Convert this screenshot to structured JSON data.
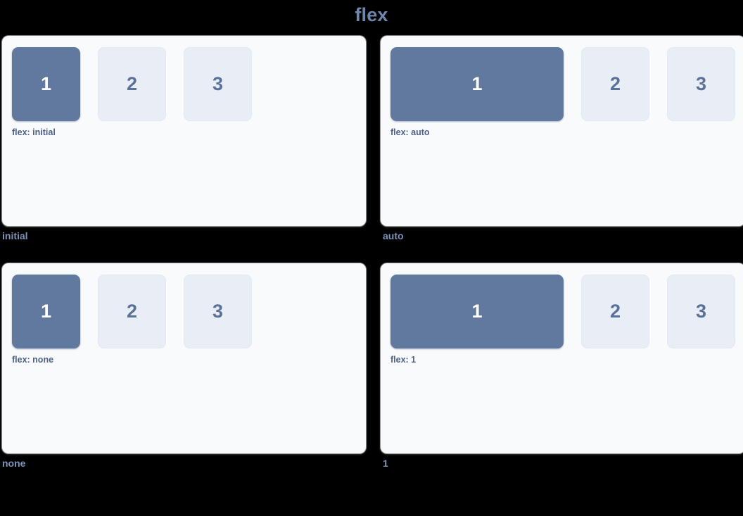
{
  "page": {
    "title": "flex",
    "background": "#000000",
    "title_color": "#6e87ad"
  },
  "colors": {
    "panel_bg": "#f9fafc",
    "box_primary": "#61799e",
    "box_primary_text": "#ffffff",
    "box_muted": "#e9edf6",
    "box_muted_text": "#5b7298",
    "flex_label": "#4d6186",
    "caption": "#7d93b8"
  },
  "demos": [
    {
      "caption": "initial",
      "flex_label": "flex: initial",
      "variant": "initial",
      "boxes": [
        {
          "label": "1",
          "style": "primary"
        },
        {
          "label": "2",
          "style": "muted"
        },
        {
          "label": "3",
          "style": "muted"
        }
      ]
    },
    {
      "caption": "auto",
      "flex_label": "flex: auto",
      "variant": "auto",
      "boxes": [
        {
          "label": "1",
          "style": "primary"
        },
        {
          "label": "2",
          "style": "muted"
        },
        {
          "label": "3",
          "style": "muted"
        }
      ]
    },
    {
      "caption": "none",
      "flex_label": "flex: none",
      "variant": "none",
      "boxes": [
        {
          "label": "1",
          "style": "primary"
        },
        {
          "label": "2",
          "style": "muted"
        },
        {
          "label": "3",
          "style": "muted"
        }
      ]
    },
    {
      "caption": "1",
      "flex_label": "flex: 1",
      "variant": "1",
      "boxes": [
        {
          "label": "1",
          "style": "primary"
        },
        {
          "label": "2",
          "style": "muted"
        },
        {
          "label": "3",
          "style": "muted"
        }
      ]
    }
  ]
}
